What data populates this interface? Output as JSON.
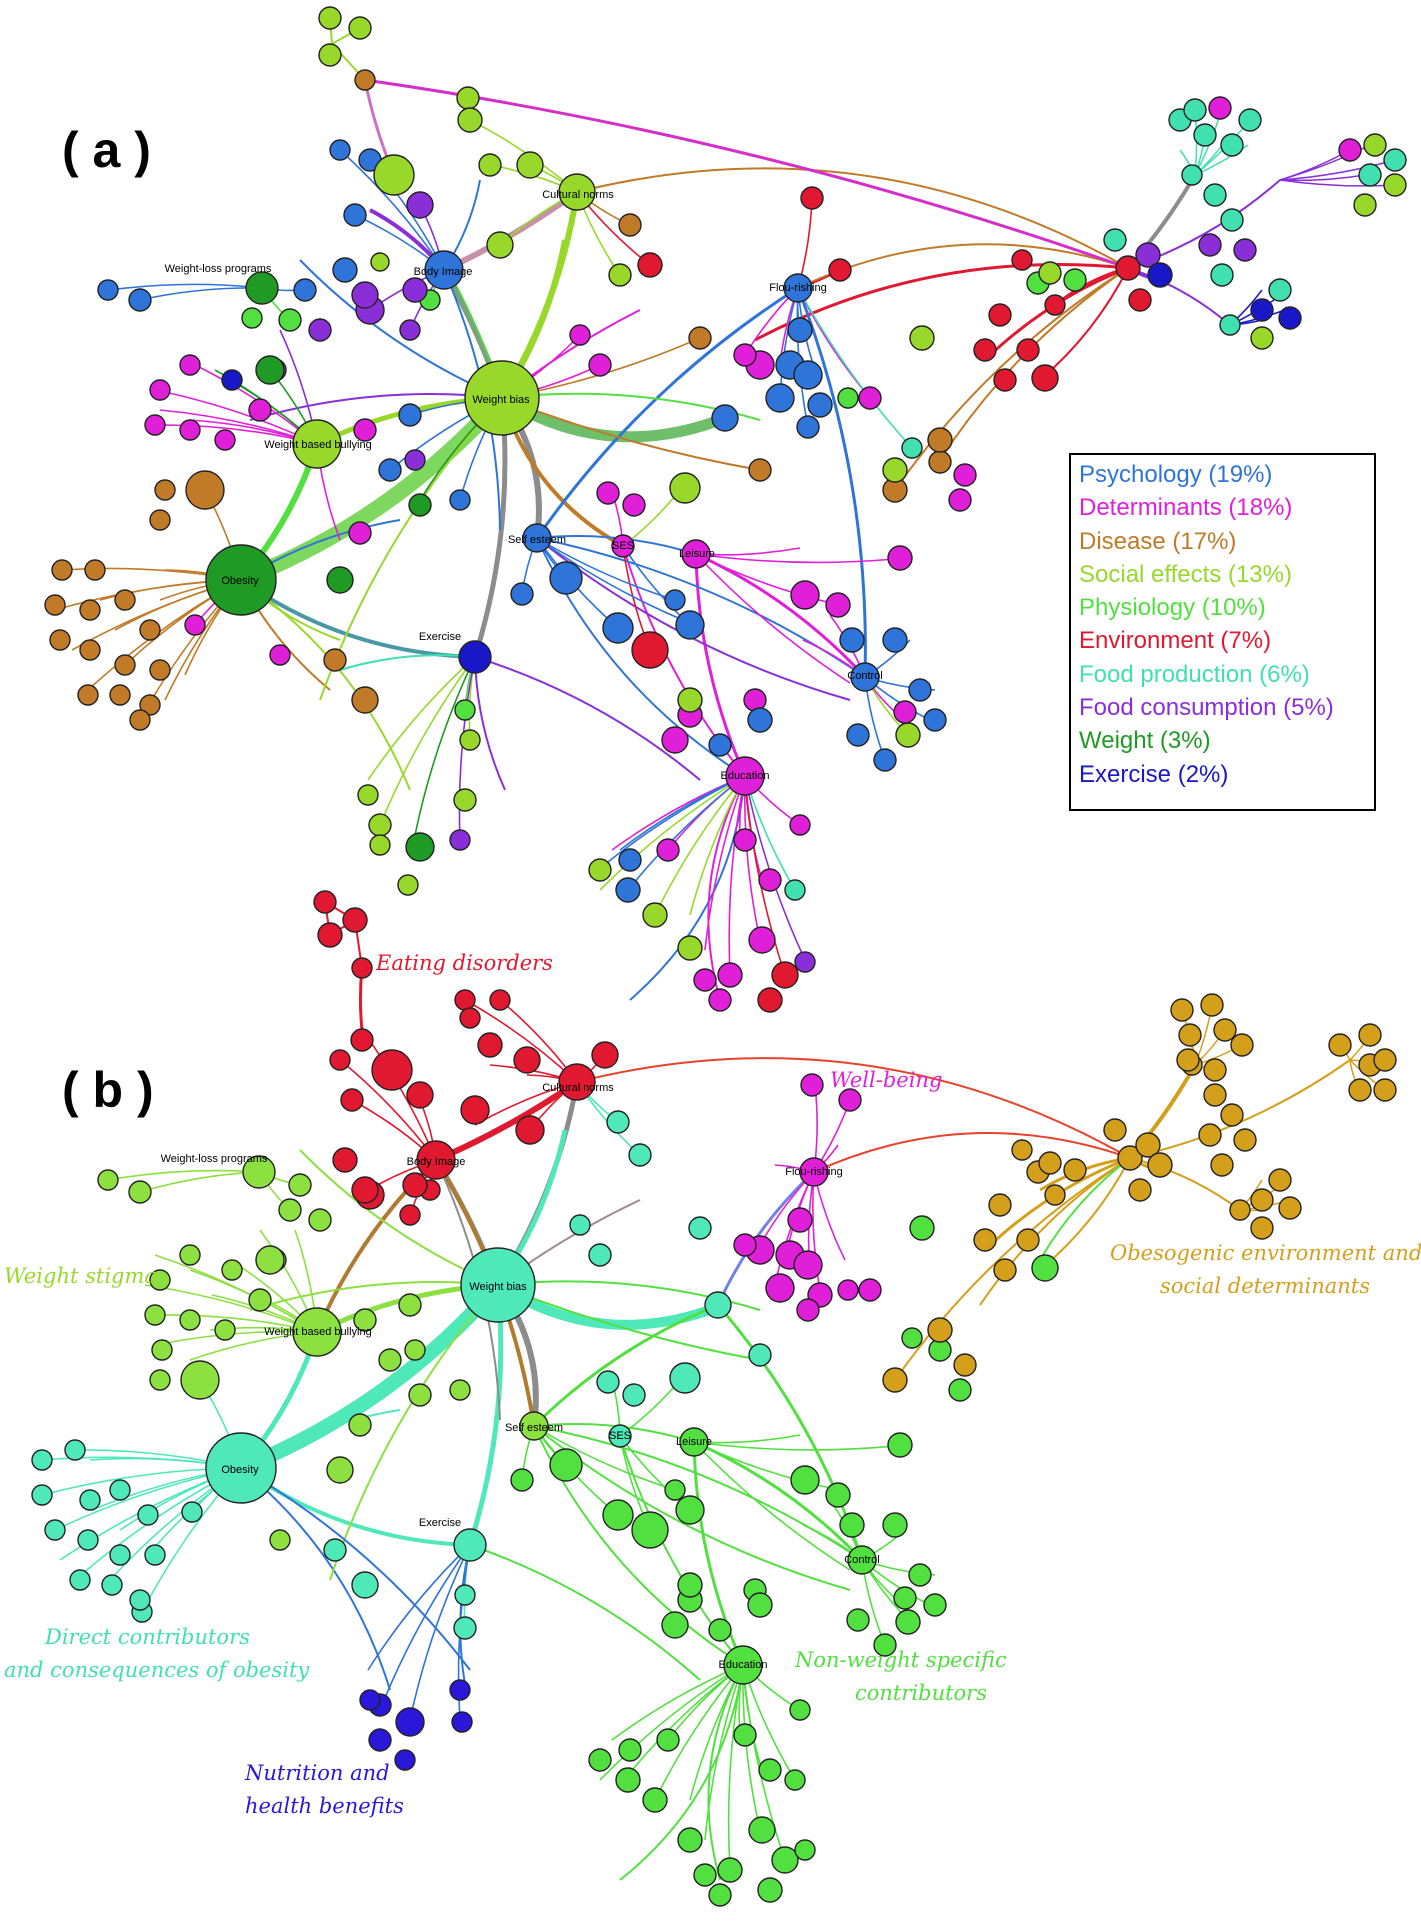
{
  "panels": [
    {
      "id": "a",
      "label": "( a )"
    },
    {
      "id": "b",
      "label": "( b )"
    }
  ],
  "legend": {
    "items": [
      {
        "label": "Psychology (19%)",
        "color": "#2f74d8"
      },
      {
        "label": "Determinants (18%)",
        "color": "#e020d8"
      },
      {
        "label": "Disease (17%)",
        "color": "#c07a28"
      },
      {
        "label": "Social effects (13%)",
        "color": "#98d82a"
      },
      {
        "label": "Physiology (10%)",
        "color": "#52e040"
      },
      {
        "label": "Environment (7%)",
        "color": "#e01830"
      },
      {
        "label": "Food production (6%)",
        "color": "#40e0b0"
      },
      {
        "label": "Food consumption (5%)",
        "color": "#8a2fd8"
      },
      {
        "label": "Weight (3%)",
        "color": "#1f9a24"
      },
      {
        "label": "Exercise (2%)",
        "color": "#1818c8"
      }
    ]
  },
  "node_labels": {
    "cultural_norms": "Cultural norms",
    "body_image": "Body Image",
    "weight_loss_programs": "Weight-loss programs",
    "flourishing": "Flou-rishing",
    "weight_bias": "Weight bias",
    "weight_based_bullying": "Weight based bullying",
    "self_esteem": "Self esteem",
    "ses": "SES",
    "leisure": "Leisure",
    "obesity": "Obesity",
    "exercise": "Exercise",
    "control": "Control",
    "education": "Education"
  },
  "communities": [
    {
      "label": "Eating disorders",
      "color": "#e01830"
    },
    {
      "label": "Well-being",
      "color": "#e020d8"
    },
    {
      "label": "Weight stigma",
      "color": "#98d82a"
    },
    {
      "label": "Obesogenic environment and",
      "color": "#d4a01c"
    },
    {
      "label": "social determinants",
      "color": "#d4a01c"
    },
    {
      "label": "Direct contributors",
      "color": "#40e0b0"
    },
    {
      "label": "and consequences of obesity",
      "color": "#40e0b0"
    },
    {
      "label": "Non-weight specific",
      "color": "#52e040"
    },
    {
      "label": "contributors",
      "color": "#52e040"
    },
    {
      "label": "Nutrition and",
      "color": "#2a18d8"
    },
    {
      "label": "health benefits",
      "color": "#2a18d8"
    }
  ]
}
